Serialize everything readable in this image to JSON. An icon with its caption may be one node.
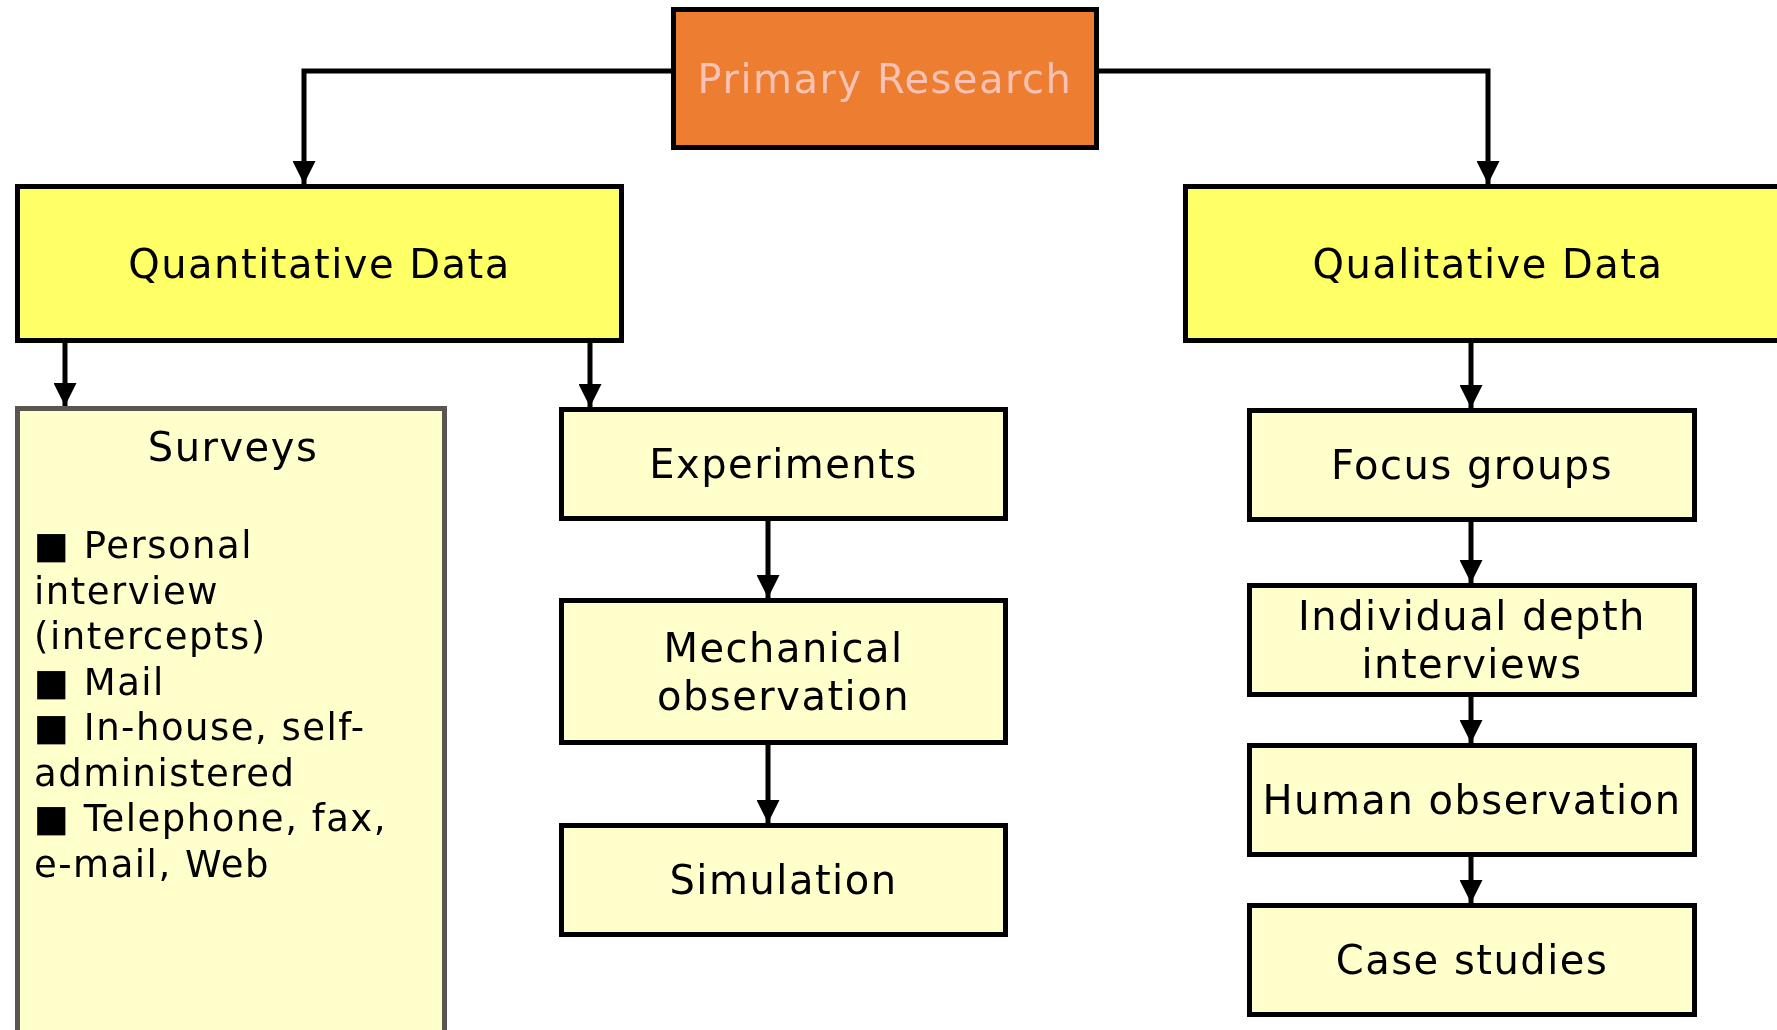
{
  "diagram": {
    "nodes": [
      {
        "text": [
          "Primary Research"
        ]
      },
      {
        "text": [
          "Quantitative Data"
        ]
      },
      {
        "text": [
          "Qualitative Data"
        ]
      },
      {
        "text": [
          "Surveys",
          "■ Personal interview (intercepts)",
          "■ Mail",
          "■ In-house, self-administered",
          "■ Telephone, fax, e-mail, Web"
        ]
      },
      {
        "text": [
          "Experiments"
        ]
      },
      {
        "text": [
          "Mechanical observation"
        ]
      },
      {
        "text": [
          "Simulation"
        ]
      },
      {
        "text": [
          "Focus groups"
        ]
      },
      {
        "text": [
          "Individual depth interviews"
        ]
      },
      {
        "text": [
          "Human observation"
        ]
      },
      {
        "text": [
          "Case studies"
        ]
      }
    ],
    "edges": [
      {
        "from": 0,
        "to": 1,
        "arrow": "to"
      },
      {
        "from": 0,
        "to": 2,
        "arrow": "to"
      },
      {
        "from": 1,
        "to": 3,
        "arrow": "to"
      },
      {
        "from": 1,
        "to": 4,
        "arrow": "to"
      },
      {
        "from": 4,
        "to": 5,
        "arrow": "to"
      },
      {
        "from": 5,
        "to": 6,
        "arrow": "to"
      },
      {
        "from": 2,
        "to": 7,
        "arrow": "to"
      },
      {
        "from": 7,
        "to": 8,
        "arrow": "to"
      },
      {
        "from": 8,
        "to": 9,
        "arrow": "to"
      },
      {
        "from": 9,
        "to": 10,
        "arrow": "to"
      }
    ]
  }
}
